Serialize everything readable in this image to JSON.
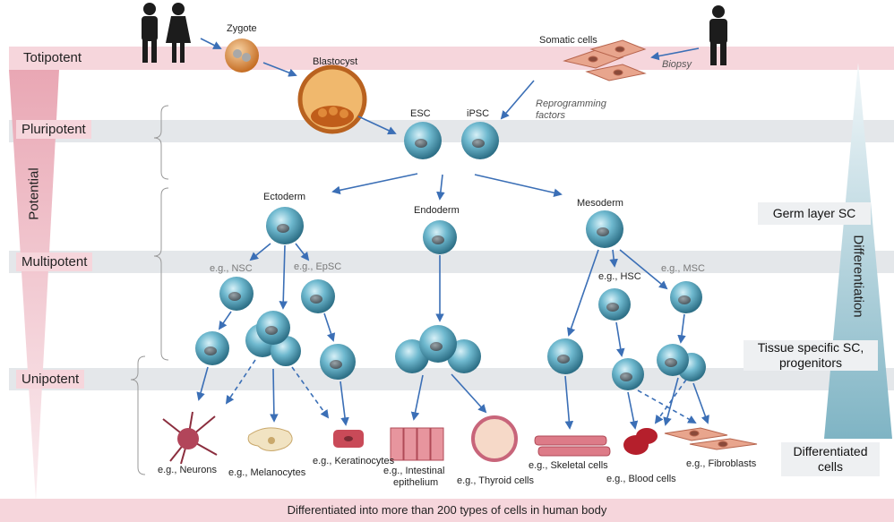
{
  "levels": {
    "totipotent": "Totipotent",
    "pluripotent": "Pluripotent",
    "multipotent": "Multipotent",
    "unipotent": "Unipotent"
  },
  "axis_labels": {
    "potential": "Potential",
    "differentiation": "Differentiation"
  },
  "top": {
    "zygote": "Zygote",
    "blastocyst": "Blastocyst",
    "somatic": "Somatic cells",
    "biopsy": "Biopsy",
    "reprogramming_1": "Reprogramming",
    "reprogramming_2": "factors",
    "esc": "ESC",
    "ipsc": "iPSC"
  },
  "germ_layers": {
    "ectoderm": "Ectoderm",
    "endoderm": "Endoderm",
    "mesoderm": "Mesoderm"
  },
  "progenitors": {
    "nsc": "e.g., NSC",
    "epsc": "e.g., EpSC",
    "hsc": "e.g., HSC",
    "msc": "e.g., MSC"
  },
  "differentiated": {
    "neurons": "e.g., Neurons",
    "melanocytes": "e.g., Melanocytes",
    "keratinocytes": "e.g., Keratinocytes",
    "intestinal_1": "e.g., Intestinal",
    "intestinal_2": "epithelium",
    "thyroid": "e.g., Thyroid cells",
    "skeletal": "e.g., Skeletal cells",
    "blood": "e.g., Blood cells",
    "fibroblasts": "e.g., Fibroblasts"
  },
  "right_labels": {
    "germ_layer_sc": "Germ layer SC",
    "tissue_sc_1": "Tissue specific SC,",
    "tissue_sc_2": "progenitors",
    "diff_cells_1": "Differentiated",
    "diff_cells_2": "cells"
  },
  "footer": "Differentiated into more than 200 types of cells in human body",
  "colors": {
    "band_pink": "#f6d6dc",
    "band_grey": "#e4e7ea",
    "cell_blue": "#5eaec6",
    "arrow_blue": "#3b6fb6",
    "triangle_teal": "#7fb4c4"
  }
}
